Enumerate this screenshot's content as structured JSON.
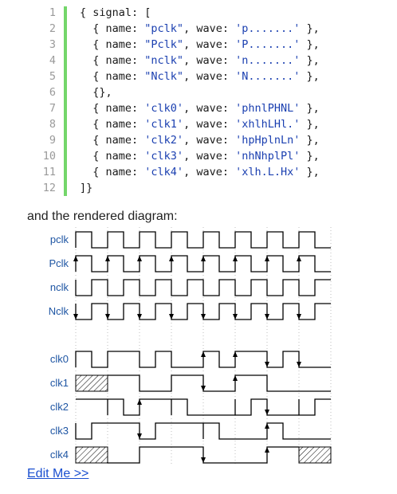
{
  "code": {
    "line_numbers": [
      "1",
      "2",
      "3",
      "4",
      "5",
      "6",
      "7",
      "8",
      "9",
      "10",
      "11",
      "12"
    ],
    "lines": [
      [
        {
          "t": "{ signal: ["
        }
      ],
      [
        {
          "t": "  { name: "
        },
        {
          "t": "\"pclk\"",
          "s": 1
        },
        {
          "t": ", wave: "
        },
        {
          "t": "'p.......'",
          "s": 1
        },
        {
          "t": " },"
        }
      ],
      [
        {
          "t": "  { name: "
        },
        {
          "t": "\"Pclk\"",
          "s": 1
        },
        {
          "t": ", wave: "
        },
        {
          "t": "'P.......'",
          "s": 1
        },
        {
          "t": " },"
        }
      ],
      [
        {
          "t": "  { name: "
        },
        {
          "t": "\"nclk\"",
          "s": 1
        },
        {
          "t": ", wave: "
        },
        {
          "t": "'n.......'",
          "s": 1
        },
        {
          "t": " },"
        }
      ],
      [
        {
          "t": "  { name: "
        },
        {
          "t": "\"Nclk\"",
          "s": 1
        },
        {
          "t": ", wave: "
        },
        {
          "t": "'N.......'",
          "s": 1
        },
        {
          "t": " },"
        }
      ],
      [
        {
          "t": "  {},"
        }
      ],
      [
        {
          "t": "  { name: "
        },
        {
          "t": "'clk0'",
          "s": 1
        },
        {
          "t": ", wave: "
        },
        {
          "t": "'phnlPHNL'",
          "s": 1
        },
        {
          "t": " },"
        }
      ],
      [
        {
          "t": "  { name: "
        },
        {
          "t": "'clk1'",
          "s": 1
        },
        {
          "t": ", wave: "
        },
        {
          "t": "'xhlhLHl.'",
          "s": 1
        },
        {
          "t": " },"
        }
      ],
      [
        {
          "t": "  { name: "
        },
        {
          "t": "'clk2'",
          "s": 1
        },
        {
          "t": ", wave: "
        },
        {
          "t": "'hpHplnLn'",
          "s": 1
        },
        {
          "t": " },"
        }
      ],
      [
        {
          "t": "  { name: "
        },
        {
          "t": "'clk3'",
          "s": 1
        },
        {
          "t": ", wave: "
        },
        {
          "t": "'nhNhplPl'",
          "s": 1
        },
        {
          "t": " },"
        }
      ],
      [
        {
          "t": "  { name: "
        },
        {
          "t": "'clk4'",
          "s": 1
        },
        {
          "t": ", wave: "
        },
        {
          "t": "'xlh.L.Hx'",
          "s": 1
        },
        {
          "t": " },"
        }
      ],
      [
        {
          "t": "]}"
        }
      ]
    ]
  },
  "caption": "and the rendered diagram:",
  "diagram": {
    "cycles": 8,
    "signals": [
      {
        "name": "pclk",
        "wave": "p......."
      },
      {
        "name": "Pclk",
        "wave": "P......."
      },
      {
        "name": "nclk",
        "wave": "n......."
      },
      {
        "name": "Nclk",
        "wave": "N......."
      },
      {
        "name": "",
        "wave": ""
      },
      {
        "name": "clk0",
        "wave": "phnlPHNL"
      },
      {
        "name": "clk1",
        "wave": "xhlhLHl."
      },
      {
        "name": "clk2",
        "wave": "hpHplnLn"
      },
      {
        "name": "clk3",
        "wave": "nhNhplPl"
      },
      {
        "name": "clk4",
        "wave": "xlh.L.Hx"
      }
    ]
  },
  "edit_link": "Edit Me >>"
}
